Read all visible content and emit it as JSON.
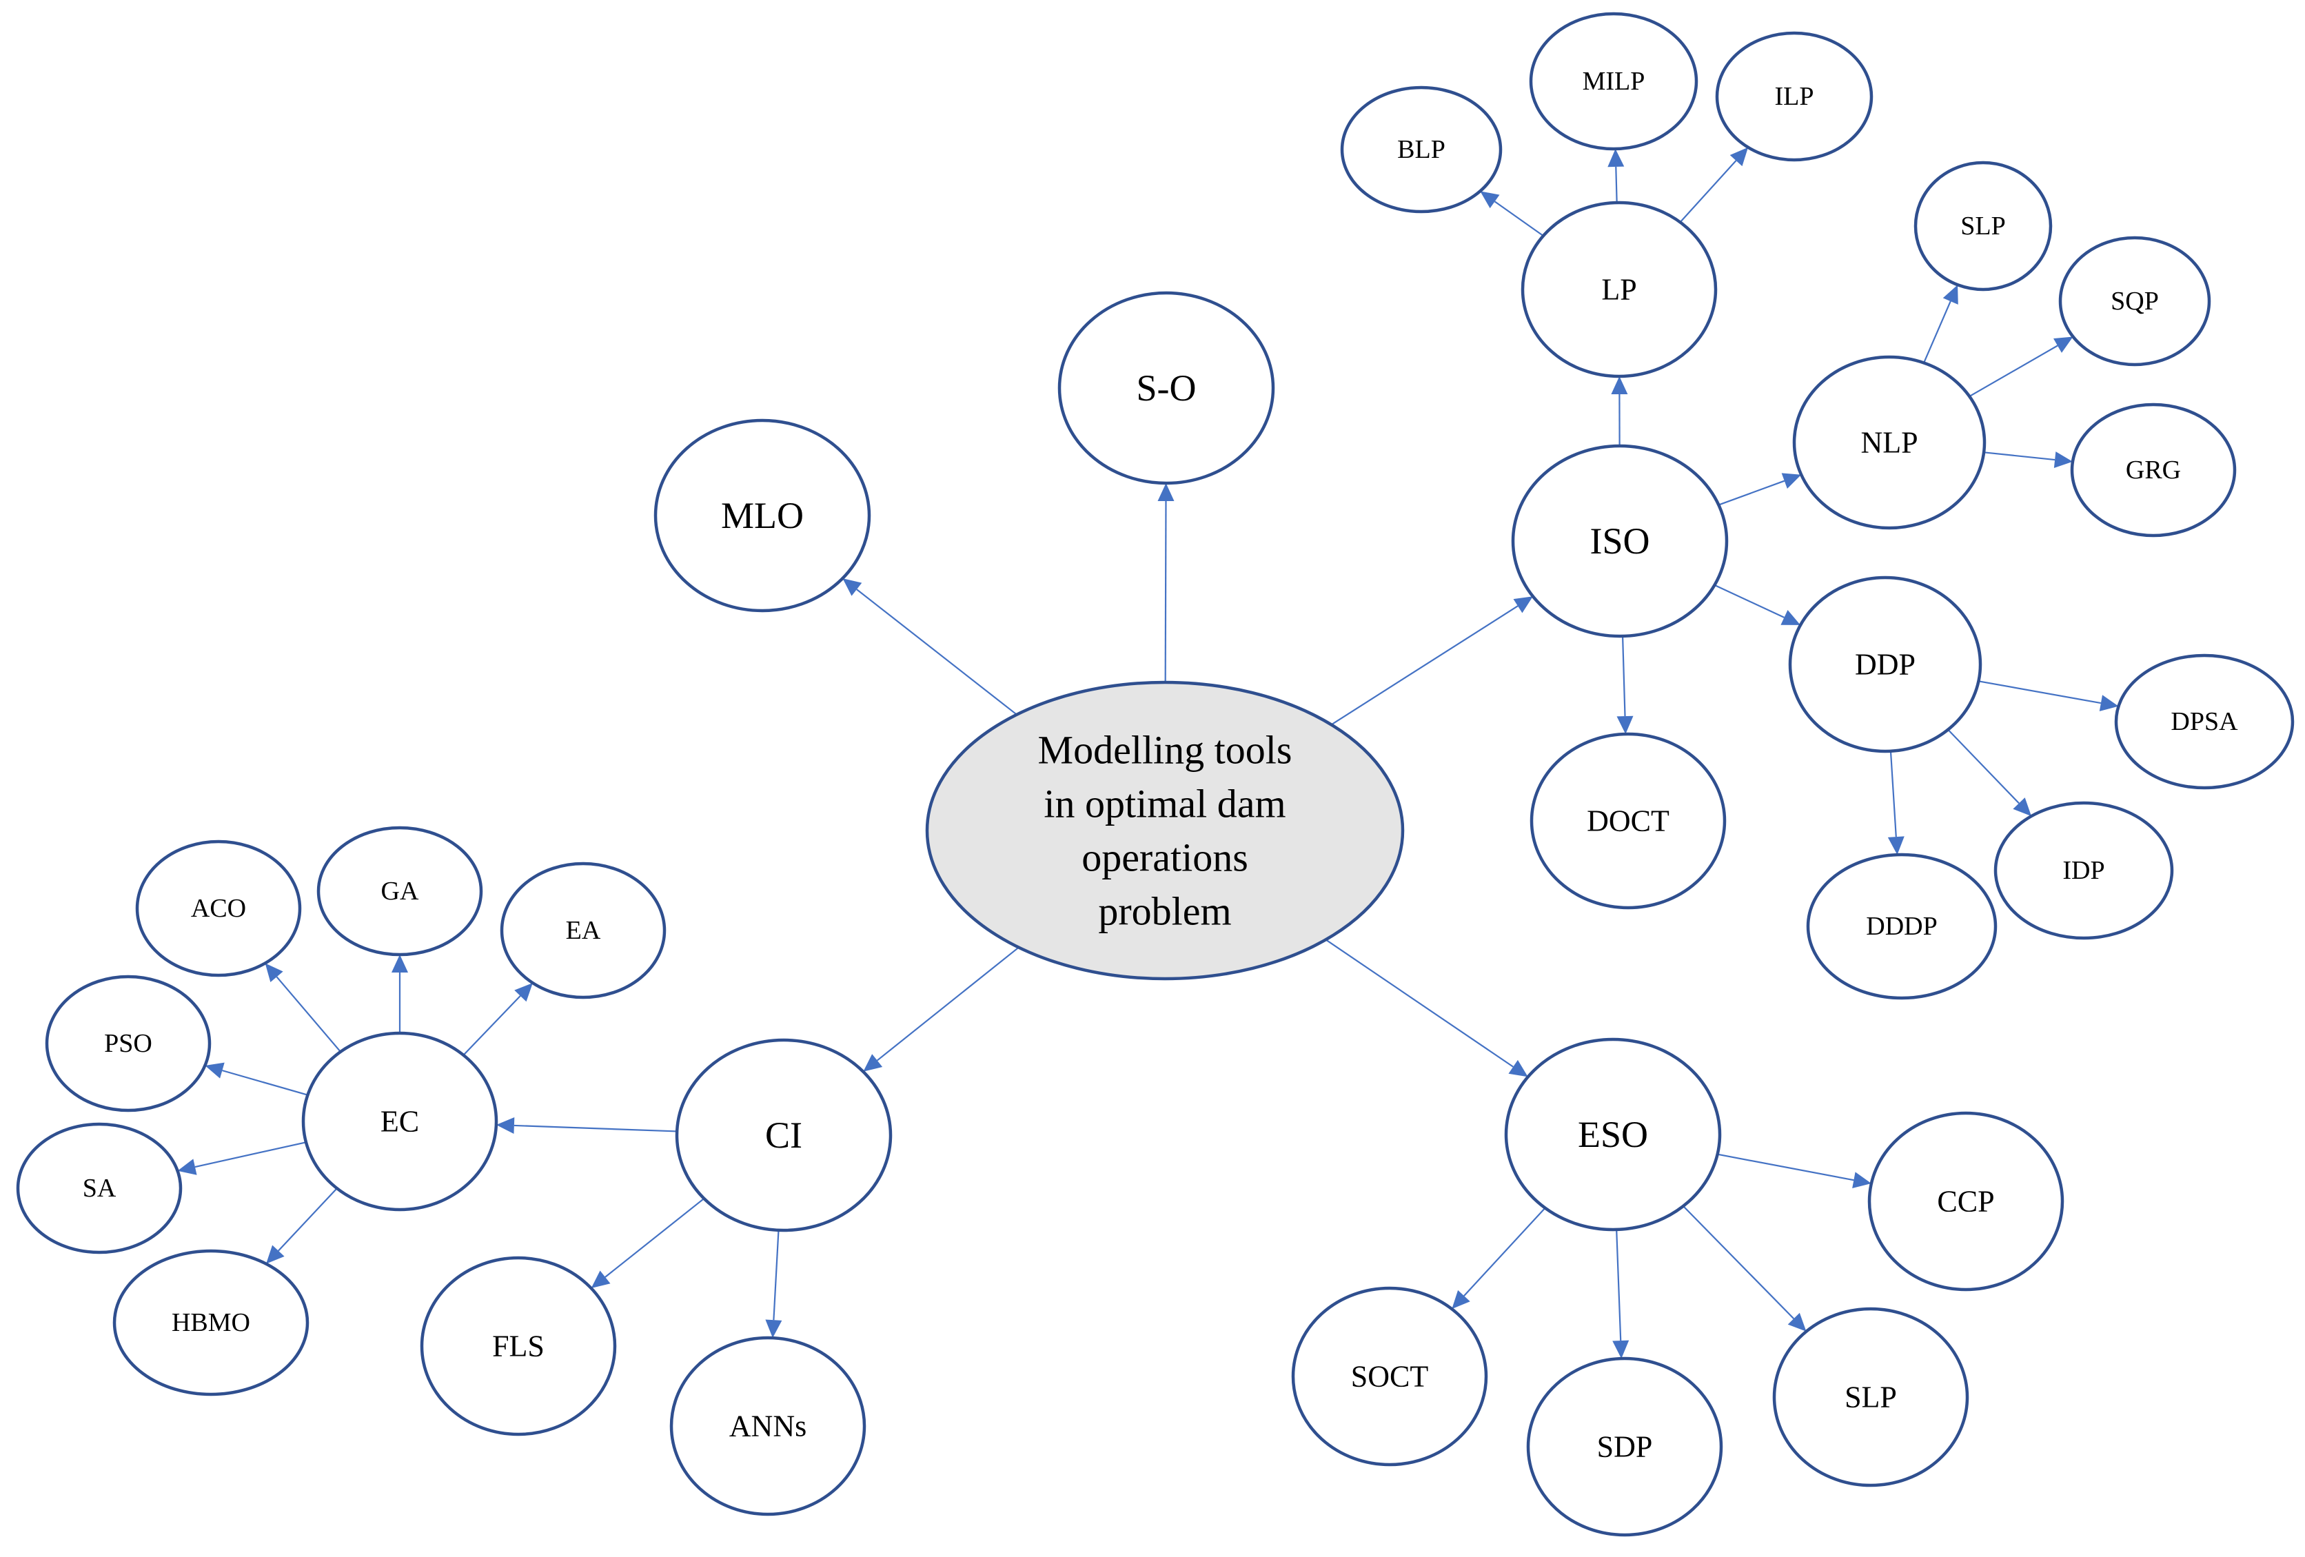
{
  "center": {
    "id": "center",
    "lines": [
      "Modelling tools",
      "in optimal dam",
      "operations",
      "problem"
    ]
  },
  "nodes": [
    {
      "id": "mlo",
      "label": "MLO"
    },
    {
      "id": "so",
      "label": "S-O"
    },
    {
      "id": "iso",
      "label": "ISO"
    },
    {
      "id": "lp",
      "label": "LP"
    },
    {
      "id": "blp",
      "label": "BLP"
    },
    {
      "id": "milp",
      "label": "MILP"
    },
    {
      "id": "ilp",
      "label": "ILP"
    },
    {
      "id": "nlp",
      "label": "NLP"
    },
    {
      "id": "slp1",
      "label": "SLP"
    },
    {
      "id": "sqp",
      "label": "SQP"
    },
    {
      "id": "grg",
      "label": "GRG"
    },
    {
      "id": "ddp",
      "label": "DDP"
    },
    {
      "id": "dpsa",
      "label": "DPSA"
    },
    {
      "id": "idp",
      "label": "IDP"
    },
    {
      "id": "dddp",
      "label": "DDDP"
    },
    {
      "id": "doct",
      "label": "DOCT"
    },
    {
      "id": "eso",
      "label": "ESO"
    },
    {
      "id": "ccp",
      "label": "CCP"
    },
    {
      "id": "socte",
      "label": "SOCT"
    },
    {
      "id": "sdp",
      "label": "SDP"
    },
    {
      "id": "slp2",
      "label": "SLP"
    },
    {
      "id": "ci",
      "label": "CI"
    },
    {
      "id": "fls",
      "label": "FLS"
    },
    {
      "id": "anns",
      "label": "ANNs"
    },
    {
      "id": "ec",
      "label": "EC"
    },
    {
      "id": "aco",
      "label": "ACO"
    },
    {
      "id": "ga",
      "label": "GA"
    },
    {
      "id": "ea",
      "label": "EA"
    },
    {
      "id": "pso",
      "label": "PSO"
    },
    {
      "id": "sa",
      "label": "SA"
    },
    {
      "id": "hbmo",
      "label": "HBMO"
    }
  ],
  "edges": [
    [
      "center",
      "mlo"
    ],
    [
      "center",
      "so"
    ],
    [
      "center",
      "iso"
    ],
    [
      "center",
      "eso"
    ],
    [
      "center",
      "ci"
    ],
    [
      "iso",
      "lp"
    ],
    [
      "iso",
      "nlp"
    ],
    [
      "iso",
      "ddp"
    ],
    [
      "iso",
      "doct"
    ],
    [
      "lp",
      "blp"
    ],
    [
      "lp",
      "milp"
    ],
    [
      "lp",
      "ilp"
    ],
    [
      "nlp",
      "slp1"
    ],
    [
      "nlp",
      "sqp"
    ],
    [
      "nlp",
      "grg"
    ],
    [
      "ddp",
      "dpsa"
    ],
    [
      "ddp",
      "idp"
    ],
    [
      "ddp",
      "dddp"
    ],
    [
      "eso",
      "ccp"
    ],
    [
      "eso",
      "socte"
    ],
    [
      "eso",
      "sdp"
    ],
    [
      "eso",
      "slp2"
    ],
    [
      "ci",
      "ec"
    ],
    [
      "ci",
      "fls"
    ],
    [
      "ci",
      "anns"
    ],
    [
      "ec",
      "aco"
    ],
    [
      "ec",
      "ga"
    ],
    [
      "ec",
      "ea"
    ],
    [
      "ec",
      "pso"
    ],
    [
      "ec",
      "sa"
    ],
    [
      "ec",
      "hbmo"
    ]
  ],
  "colors": {
    "node_stroke": "#2F4F8F",
    "edge": "#4472C4",
    "center_fill": "#E5E5E5"
  }
}
